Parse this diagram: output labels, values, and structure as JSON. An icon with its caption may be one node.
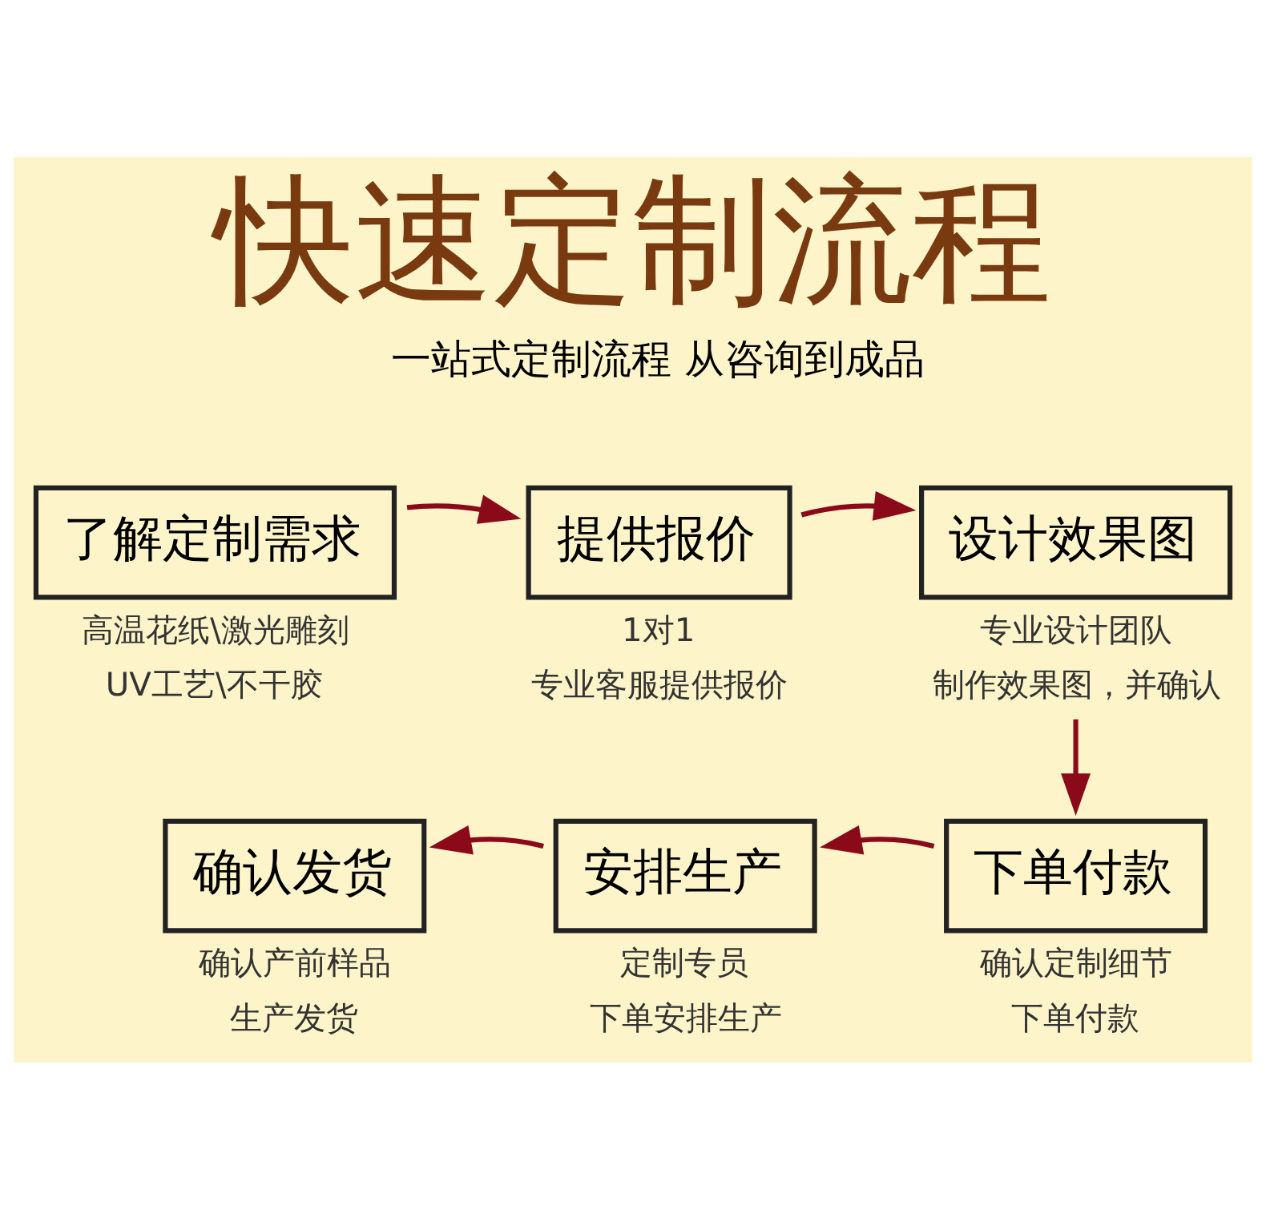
{
  "diagram": {
    "title": "快速定制流程",
    "nodes": [
      {
        "text": [
          "了解定制需求"
        ],
        "beside": [
          "高温花纸\\激光雕刻",
          "UV工艺\\不干胶"
        ]
      },
      {
        "text": [
          "提供报价"
        ],
        "beside": [
          "1对1",
          "专业客服提供报价"
        ]
      },
      {
        "text": [
          "设计效果图"
        ],
        "beside": [
          "专业设计团队",
          "制作效果图，并确认"
        ]
      },
      {
        "text": [
          "确认发货"
        ],
        "beside": [
          "确认产前样品",
          "生产发货"
        ]
      },
      {
        "text": [
          "安排生产"
        ],
        "beside": [
          "定制专员",
          "下单安排生产"
        ]
      },
      {
        "text": [
          "下单付款"
        ],
        "beside": [
          "确认定制细节",
          "下单付款"
        ]
      }
    ],
    "edges": [
      {
        "from": 0,
        "to": 1,
        "arrow": "to"
      },
      {
        "from": 1,
        "to": 2,
        "arrow": "to"
      },
      {
        "from": 2,
        "to": 5,
        "arrow": "to"
      },
      {
        "from": 5,
        "to": 4,
        "arrow": "to"
      },
      {
        "from": 4,
        "to": 3,
        "arrow": "to"
      }
    ],
    "labels": [
      "一站式定制流程 从咨询到成品"
    ]
  }
}
